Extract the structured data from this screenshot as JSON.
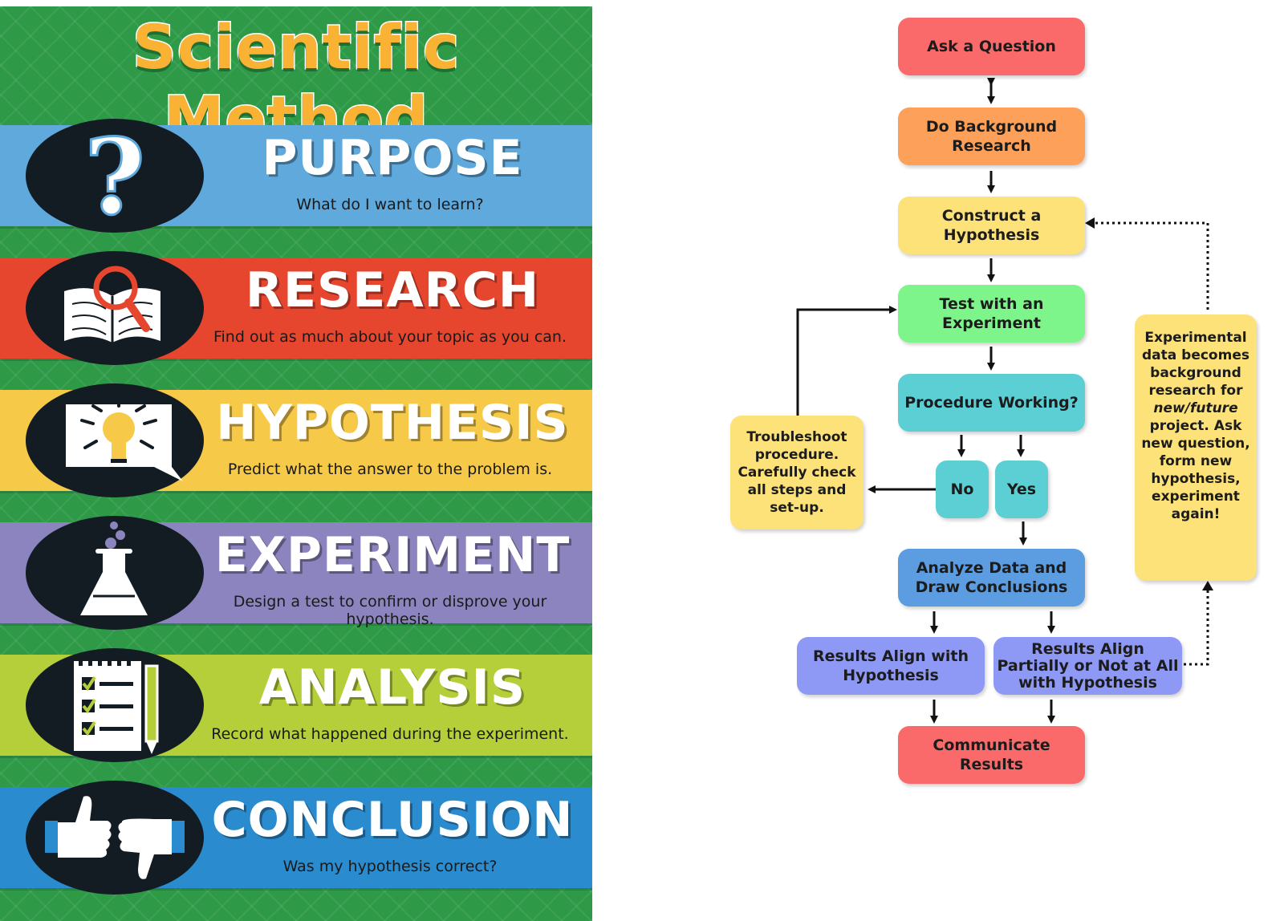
{
  "poster": {
    "title": "Scientific Method",
    "steps": [
      {
        "heading": "PURPOSE",
        "sub": "What do I want to learn?",
        "color": "#5fa9dc",
        "icon": "question-mark-icon"
      },
      {
        "heading": "RESEARCH",
        "sub": "Find out as much about your topic as you can.",
        "color": "#e6462e",
        "icon": "book-magnifier-icon"
      },
      {
        "heading": "HYPOTHESIS",
        "sub": "Predict what the answer to the problem is.",
        "color": "#f7c948",
        "icon": "lightbulb-icon"
      },
      {
        "heading": "EXPERIMENT",
        "sub": "Design a test to confirm or disprove your hypothesis.",
        "color": "#8c84be",
        "icon": "flask-icon"
      },
      {
        "heading": "ANALYSIS",
        "sub": "Record what happened during the experiment.",
        "color": "#b5cf3a",
        "icon": "checklist-icon"
      },
      {
        "heading": "CONCLUSION",
        "sub": "Was my hypothesis correct?",
        "color": "#2a8bcf",
        "icon": "thumbs-up-down-icon"
      }
    ]
  },
  "flowchart": {
    "ask": "Ask a Question",
    "background": "Do Background Research",
    "hypothesis": "Construct a Hypothesis",
    "test": "Test with an Experiment",
    "procedure": "Procedure Working?",
    "no": "No",
    "yes": "Yes",
    "troubleshoot": "Troubleshoot procedure. Carefully check all steps and set-up.",
    "analyze": "Analyze Data and Draw Conclusions",
    "align": "Results Align with Hypothesis",
    "partial": "Results Align Partially or Not at All with Hypothesis",
    "communicate": "Communicate Results",
    "feedback": {
      "pre": "Experimental data becomes background research for",
      "em": "new/future",
      "post": "project. Ask new question, form new hypothesis, experiment again!"
    }
  }
}
